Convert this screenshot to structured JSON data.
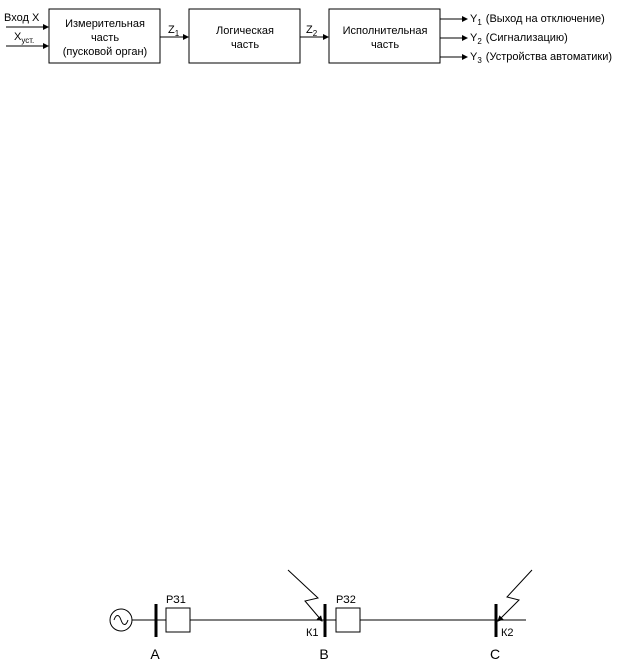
{
  "block_diagram": {
    "input_x_label": "Вход X",
    "input_xust_main": "X",
    "input_xust_sub": "уст.",
    "measuring_block": {
      "line1": "Измерительная",
      "line2": "часть",
      "line3": "(пусковой орган)"
    },
    "z1_main": "Z",
    "z1_sub": "1",
    "logic_block": {
      "line1": "Логическая",
      "line2": "часть"
    },
    "z2_main": "Z",
    "z2_sub": "2",
    "exec_block": {
      "line1": "Исполнительная",
      "line2": "часть"
    },
    "outputs": [
      {
        "main": "Y",
        "sub": "1",
        "desc": "(Выход на отключение)"
      },
      {
        "main": "Y",
        "sub": "2",
        "desc": "(Сигнализацию)"
      },
      {
        "main": "Y",
        "sub": "3",
        "desc": "(Устройства автоматики)"
      }
    ]
  },
  "line_diagram": {
    "generator_icon": "ac-source-icon",
    "relay1_label": "РЗ1",
    "relay2_label": "РЗ2",
    "fault1_label": "К1",
    "fault2_label": "К2",
    "bus_a": "A",
    "bus_b": "B",
    "bus_c": "C"
  }
}
